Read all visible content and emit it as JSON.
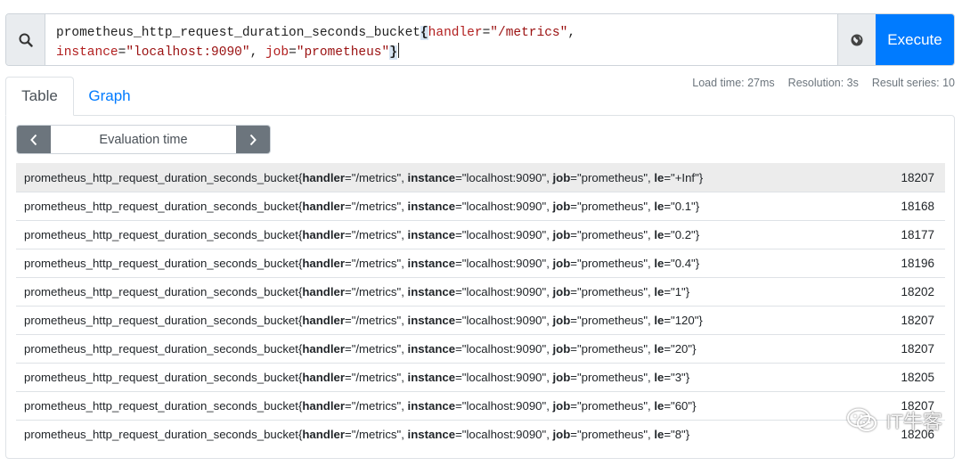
{
  "query": {
    "metric": "prometheus_http_request_duration_seconds_bucket",
    "labels": [
      {
        "key": "handler",
        "value": "\"/metrics\""
      },
      {
        "key": "instance",
        "value": "\"localhost:9090\""
      },
      {
        "key": "job",
        "value": "\"prometheus\""
      }
    ],
    "execute_label": "Execute"
  },
  "tabs": [
    {
      "label": "Table",
      "active": true
    },
    {
      "label": "Graph",
      "active": false
    }
  ],
  "stats": {
    "load_time": "Load time: 27ms",
    "resolution": "Resolution: 3s",
    "result_series": "Result series: 10"
  },
  "eval_time": {
    "placeholder": "Evaluation time",
    "prev_icon": "chevron-left-icon",
    "next_icon": "chevron-right-icon"
  },
  "results": {
    "metric": "prometheus_http_request_duration_seconds_bucket",
    "rows": [
      {
        "handler": "\"/metrics\"",
        "instance": "\"localhost:9090\"",
        "job": "\"prometheus\"",
        "le": "\"+Inf\"",
        "value": "18207"
      },
      {
        "handler": "\"/metrics\"",
        "instance": "\"localhost:9090\"",
        "job": "\"prometheus\"",
        "le": "\"0.1\"",
        "value": "18168"
      },
      {
        "handler": "\"/metrics\"",
        "instance": "\"localhost:9090\"",
        "job": "\"prometheus\"",
        "le": "\"0.2\"",
        "value": "18177"
      },
      {
        "handler": "\"/metrics\"",
        "instance": "\"localhost:9090\"",
        "job": "\"prometheus\"",
        "le": "\"0.4\"",
        "value": "18196"
      },
      {
        "handler": "\"/metrics\"",
        "instance": "\"localhost:9090\"",
        "job": "\"prometheus\"",
        "le": "\"1\"",
        "value": "18202"
      },
      {
        "handler": "\"/metrics\"",
        "instance": "\"localhost:9090\"",
        "job": "\"prometheus\"",
        "le": "\"120\"",
        "value": "18207"
      },
      {
        "handler": "\"/metrics\"",
        "instance": "\"localhost:9090\"",
        "job": "\"prometheus\"",
        "le": "\"20\"",
        "value": "18207"
      },
      {
        "handler": "\"/metrics\"",
        "instance": "\"localhost:9090\"",
        "job": "\"prometheus\"",
        "le": "\"3\"",
        "value": "18205"
      },
      {
        "handler": "\"/metrics\"",
        "instance": "\"localhost:9090\"",
        "job": "\"prometheus\"",
        "le": "\"60\"",
        "value": "18207"
      },
      {
        "handler": "\"/metrics\"",
        "instance": "\"localhost:9090\"",
        "job": "\"prometheus\"",
        "le": "\"8\"",
        "value": "18206"
      }
    ]
  },
  "watermark": {
    "text": "IT牛客",
    "icon": "wechat-icon"
  },
  "colors": {
    "accent": "#007bff",
    "secondary": "#6c757d",
    "label_key": "#b21f1f"
  }
}
